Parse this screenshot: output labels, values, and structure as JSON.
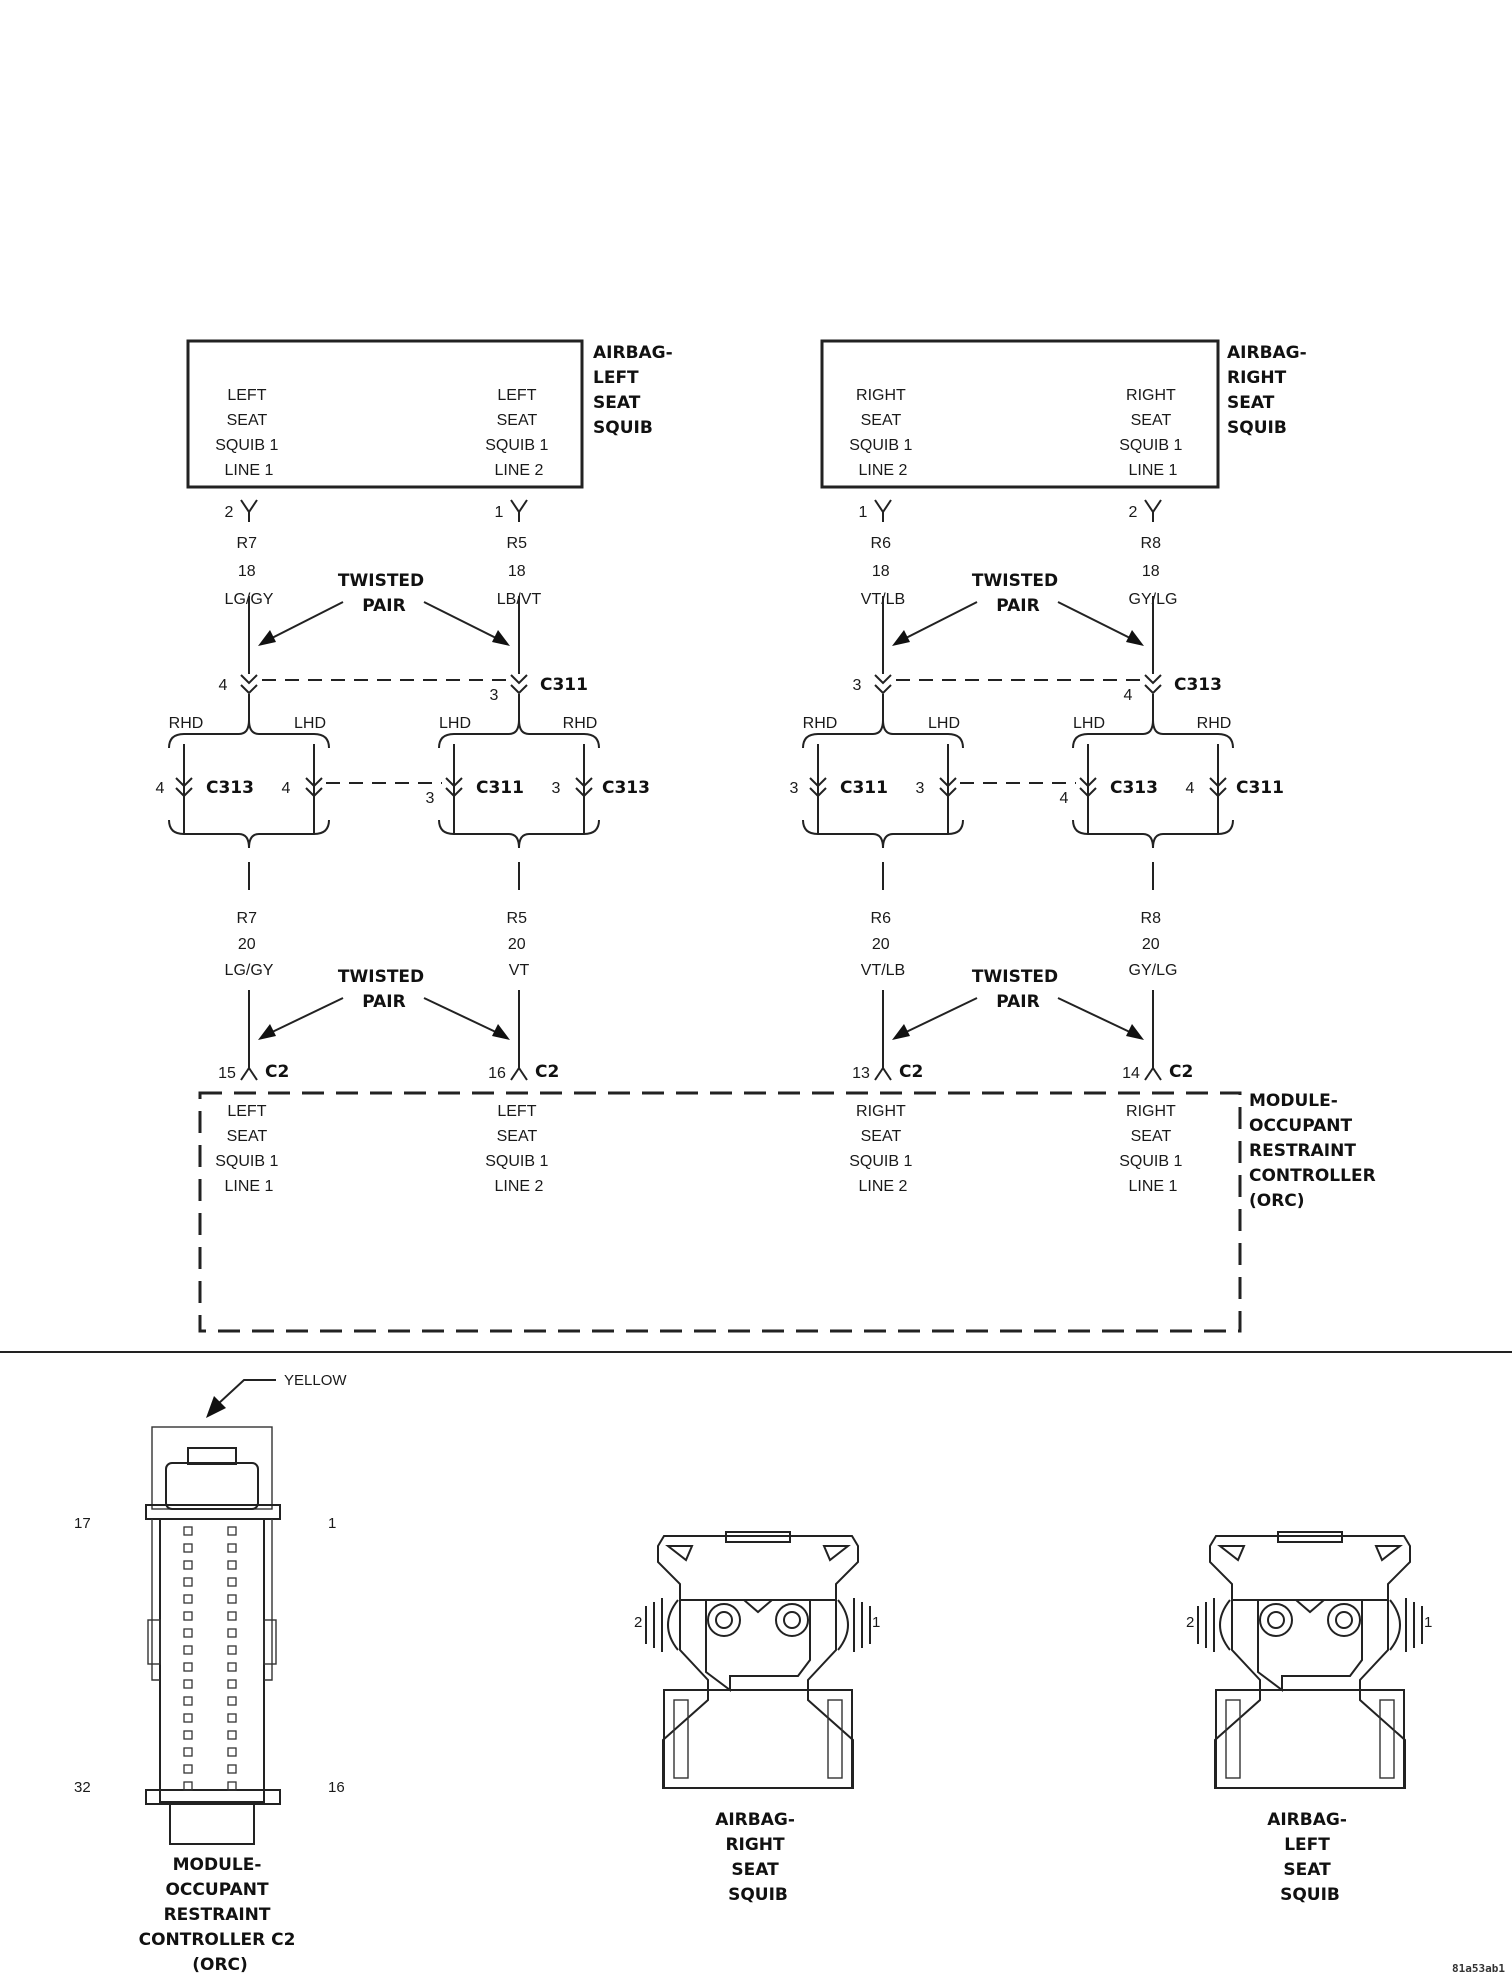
{
  "left_squib": {
    "title": [
      "AIRBAG-",
      "LEFT",
      "SEAT",
      "SQUIB"
    ],
    "pin_a": {
      "label": [
        "LEFT",
        "SEAT",
        "SQUIB 1",
        "LINE 1"
      ],
      "pin": "2"
    },
    "pin_b": {
      "label": [
        "LEFT",
        "SEAT",
        "SQUIB 1",
        "LINE 2"
      ],
      "pin": "1"
    }
  },
  "right_squib": {
    "title": [
      "AIRBAG-",
      "RIGHT",
      "SEAT",
      "SQUIB"
    ],
    "pin_a": {
      "label": [
        "RIGHT",
        "SEAT",
        "SQUIB 1",
        "LINE 2"
      ],
      "pin": "1"
    },
    "pin_b": {
      "label": [
        "RIGHT",
        "SEAT",
        "SQUIB 1",
        "LINE 1"
      ],
      "pin": "2"
    }
  },
  "twisted_pair": [
    "TWISTED",
    "PAIR"
  ],
  "wires_upper": [
    {
      "circuit": "R7",
      "gauge": "18",
      "color": "LG/GY"
    },
    {
      "circuit": "R5",
      "gauge": "18",
      "color": "LB/VT"
    },
    {
      "circuit": "R6",
      "gauge": "18",
      "color": "VT/LB"
    },
    {
      "circuit": "R8",
      "gauge": "18",
      "color": "GY/LG"
    }
  ],
  "wires_lower": [
    {
      "circuit": "R7",
      "gauge": "20",
      "color": "LG/GY"
    },
    {
      "circuit": "R5",
      "gauge": "20",
      "color": "VT"
    },
    {
      "circuit": "R6",
      "gauge": "20",
      "color": "VT/LB"
    },
    {
      "circuit": "R8",
      "gauge": "20",
      "color": "GY/LG"
    }
  ],
  "inline_top": [
    {
      "pin": "4",
      "name": ""
    },
    {
      "pin": "3",
      "name": "C311"
    },
    {
      "pin": "3",
      "name": ""
    },
    {
      "pin": "4",
      "name": "C313"
    }
  ],
  "option_labels": {
    "rhd": "RHD",
    "lhd": "LHD"
  },
  "inline_options": [
    {
      "pin": "4",
      "name": "C313"
    },
    {
      "pin": "4",
      "name": ""
    },
    {
      "pin": "3",
      "name": "C311"
    },
    {
      "pin": "3",
      "name": "C313"
    },
    {
      "pin": "3",
      "name": "C311"
    },
    {
      "pin": "3",
      "name": ""
    },
    {
      "pin": "4",
      "name": "C313"
    },
    {
      "pin": "4",
      "name": "C311"
    }
  ],
  "orc_pins": [
    {
      "pin": "15",
      "conn": "C2",
      "label": [
        "LEFT",
        "SEAT",
        "SQUIB 1",
        "LINE 1"
      ]
    },
    {
      "pin": "16",
      "conn": "C2",
      "label": [
        "LEFT",
        "SEAT",
        "SQUIB 1",
        "LINE 2"
      ]
    },
    {
      "pin": "13",
      "conn": "C2",
      "label": [
        "RIGHT",
        "SEAT",
        "SQUIB 1",
        "LINE 2"
      ]
    },
    {
      "pin": "14",
      "conn": "C2",
      "label": [
        "RIGHT",
        "SEAT",
        "SQUIB 1",
        "LINE 1"
      ]
    }
  ],
  "orc_title": [
    "MODULE-",
    "OCCUPANT",
    "RESTRAINT",
    "CONTROLLER",
    "(ORC)"
  ],
  "c2_view": {
    "color_callout": "YELLOW",
    "pin_17": "17",
    "pin_1": "1",
    "pin_32": "32",
    "pin_16": "16",
    "caption": [
      "MODULE-",
      "OCCUPANT",
      "RESTRAINT",
      "CONTROLLER C2",
      "(ORC)"
    ]
  },
  "right_squib_view": {
    "pin_2": "2",
    "pin_1": "1",
    "caption": [
      "AIRBAG-",
      "RIGHT",
      "SEAT",
      "SQUIB"
    ]
  },
  "left_squib_view": {
    "pin_2": "2",
    "pin_1": "1",
    "caption": [
      "AIRBAG-",
      "LEFT",
      "SEAT",
      "SQUIB"
    ]
  },
  "image_id": "81a53ab1"
}
